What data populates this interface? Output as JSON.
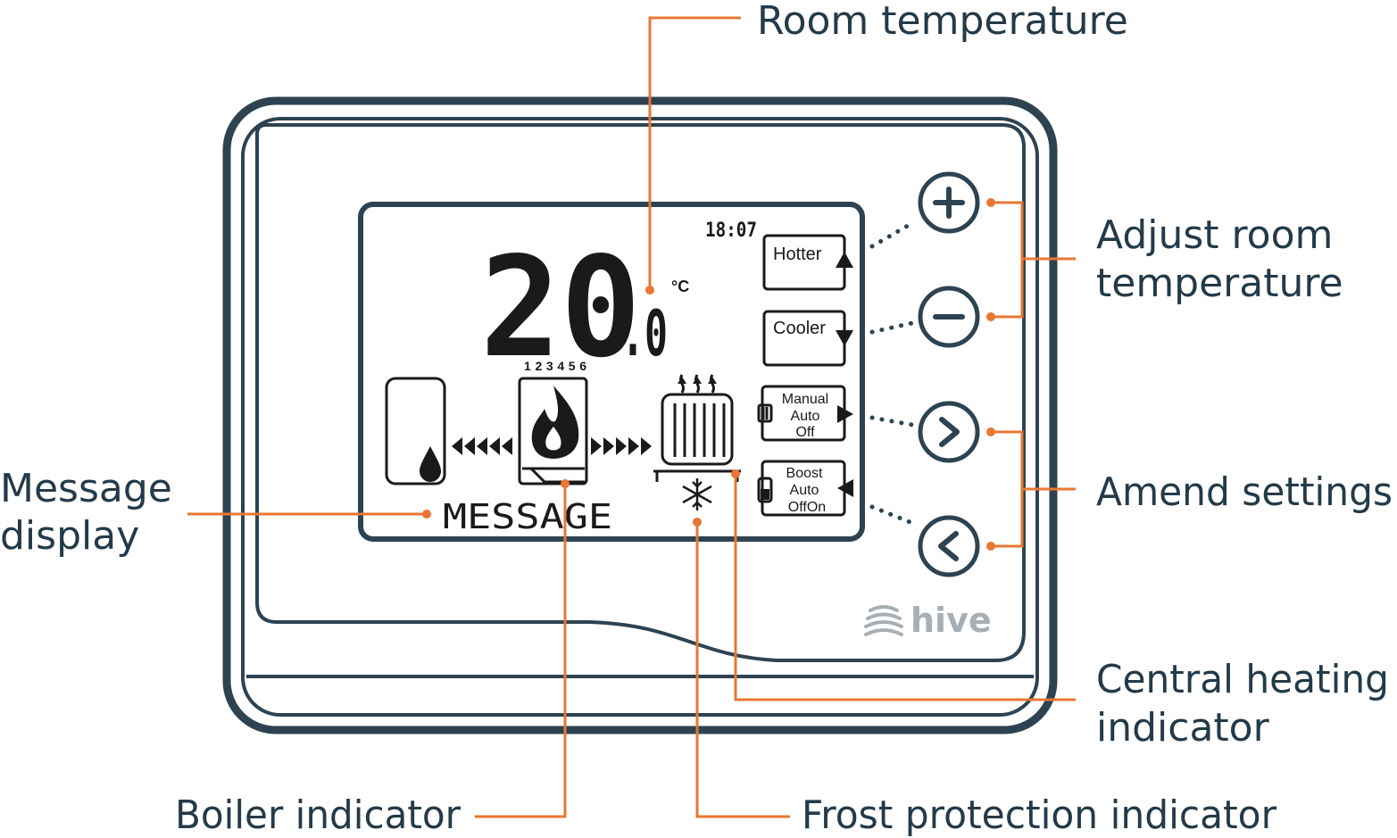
{
  "colors": {
    "leader": "#e87733",
    "case": "#2e4351",
    "label": "#243a48",
    "lcd_ink": "#1a1a1a",
    "logo": "#a7afb4"
  },
  "callouts": {
    "room_temperature": "Room temperature",
    "adjust_room_temperature": [
      "Adjust room",
      "temperature"
    ],
    "message_display": [
      "Message",
      "display"
    ],
    "amend_settings": "Amend settings",
    "central_heating_indicator": [
      "Central heating",
      "indicator"
    ],
    "boiler_indicator": "Boiler indicator",
    "frost_protection_indicator": "Frost protection indicator"
  },
  "lcd": {
    "clock": "18:07",
    "temperature_main": "20",
    "temperature_decimal": ".0",
    "unit": "°C",
    "program_numbers": "123456",
    "message": "MESSAGE",
    "hotter_label": "Hotter",
    "cooler_label": "Cooler",
    "heating_mode": [
      "Manual",
      "Auto",
      "Off"
    ],
    "hot_water_mode": [
      "Boost",
      "Auto",
      "OffOn"
    ]
  },
  "brand": {
    "name": "hive"
  },
  "icons": [
    "plus-icon",
    "minus-icon",
    "chevron-right-icon",
    "chevron-left-icon",
    "flame-icon",
    "water-drop-icon",
    "snowflake-icon",
    "radiator-icon",
    "cylinder-icon",
    "hive-logo-icon"
  ]
}
